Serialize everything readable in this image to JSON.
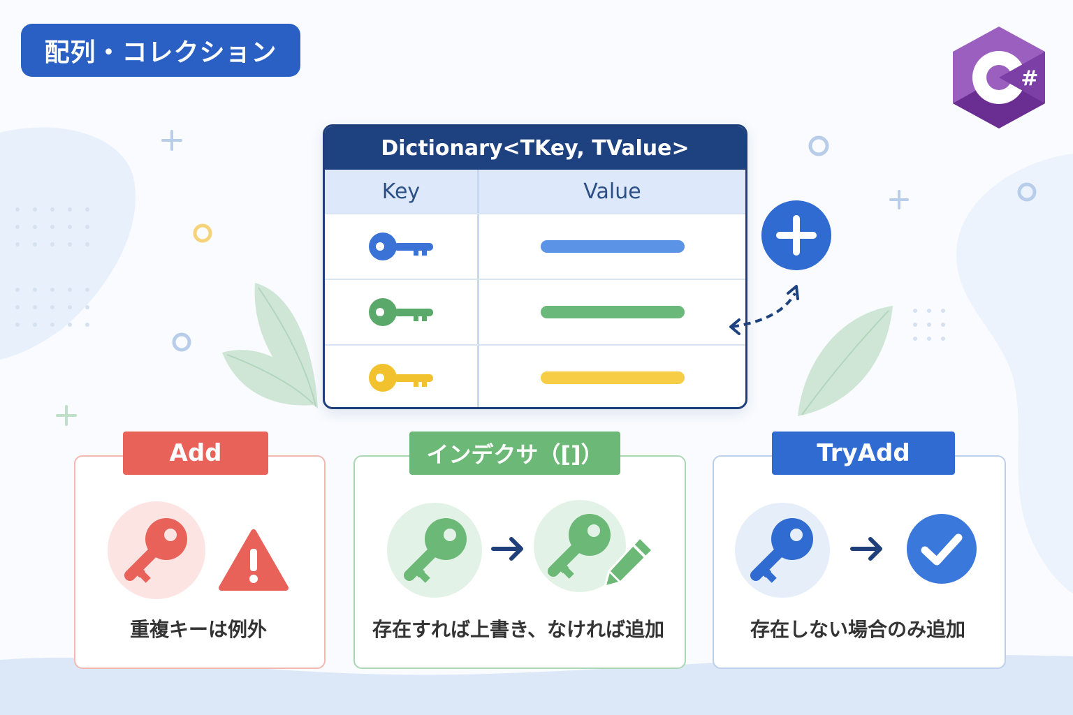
{
  "header": {
    "category_tag": "配列・コレクション",
    "logo_icon": "csharp-logo-icon"
  },
  "dictionary": {
    "title": "Dictionary<TKey, TValue>",
    "columns": [
      "Key",
      "Value"
    ],
    "rows": [
      {
        "key_icon": "key-icon",
        "key_color": "#3a72d6",
        "value_color": "#5b93e6"
      },
      {
        "key_icon": "key-icon",
        "key_color": "#5aa96a",
        "value_color": "#6ab87a"
      },
      {
        "key_icon": "key-icon",
        "key_color": "#f2c22e",
        "value_color": "#f7cd45"
      }
    ],
    "add_icon": "plus-icon"
  },
  "cards": [
    {
      "label": "Add",
      "caption": "重複キーは例外",
      "color": "#e8625a",
      "icons": [
        "key-icon",
        "warning-icon"
      ]
    },
    {
      "label": "インデクサ（[]）",
      "caption": "存在すれば上書き、なければ追加",
      "color": "#6cb877",
      "icons": [
        "key-icon",
        "arrow-right-icon",
        "key-icon",
        "pencil-icon"
      ]
    },
    {
      "label": "TryAdd",
      "caption": "存在しない場合のみ追加",
      "color": "#2f6bd0",
      "icons": [
        "key-icon",
        "arrow-right-icon",
        "check-icon"
      ]
    }
  ],
  "colors": {
    "navy": "#1e4180",
    "blue": "#2a5fc4",
    "red": "#e8625a",
    "green": "#6cb877"
  }
}
